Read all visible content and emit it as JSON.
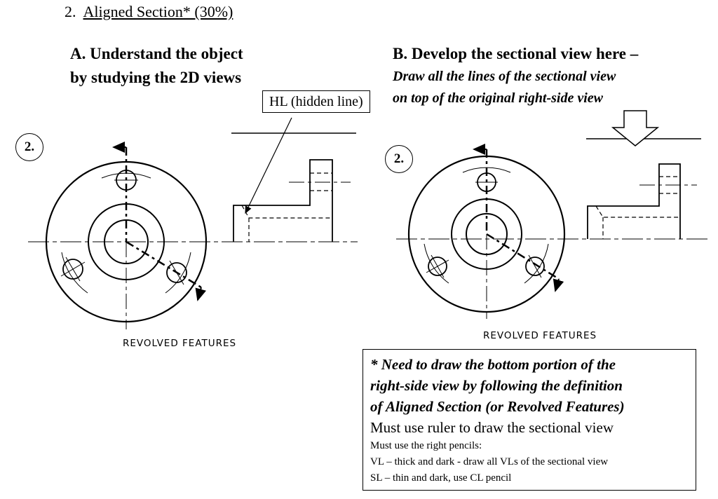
{
  "title": {
    "number": "2.",
    "text": "Aligned Section* (30%)"
  },
  "part_a": {
    "line1": "A.  Understand the object",
    "line2": "by studying the 2D views"
  },
  "part_b": {
    "line1": "B. Develop the sectional view here –",
    "line2": "Draw all the lines of the sectional view",
    "line3": "on top of the original right-side view"
  },
  "callout": {
    "label": "HL (hidden line)"
  },
  "left_view": {
    "badge": "2.",
    "caption": "REVOLVED FEATURES"
  },
  "right_view": {
    "badge": "2.",
    "caption": "REVOLVED FEATURES"
  },
  "note": {
    "line1": "* Need to draw the bottom portion of the",
    "line2": "right-side view by following the definition",
    "line3": "of Aligned Section (or Revolved Features)",
    "line4": "Must use ruler to draw the sectional view",
    "line5": "Must use the right pencils:",
    "line6": "VL – thick and dark  - draw all VLs of the sectional view",
    "line7": "SL – thin and dark, use CL pencil"
  },
  "colors": {
    "ink": "#000000",
    "paper": "#ffffff"
  }
}
